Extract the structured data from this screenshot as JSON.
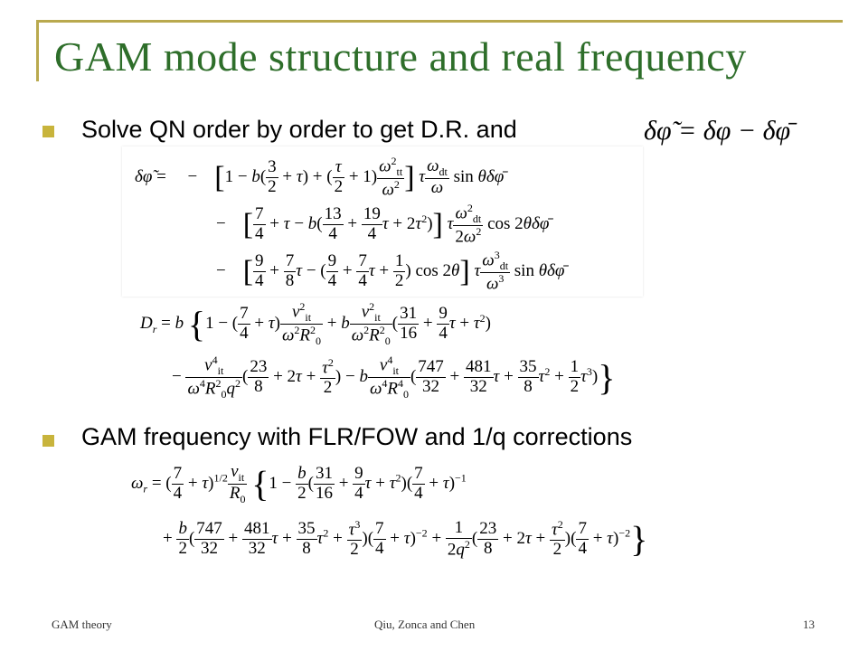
{
  "slide": {
    "title": "GAM mode structure and real frequency",
    "bullets": [
      {
        "text": "Solve QN order by order to get D.R. and"
      },
      {
        "text": "GAM frequency with FLR/FOW and 1/q corrections"
      }
    ],
    "inline_formula": "δφ̃ = δφ − δφ̄",
    "footer": {
      "left": "GAM theory",
      "center": "Qiu, Zonca and Chen",
      "page": "13"
    }
  },
  "colors": {
    "title": "#2e6e2a",
    "bullet": "#c8b43c",
    "frame": "#b9a94e"
  }
}
